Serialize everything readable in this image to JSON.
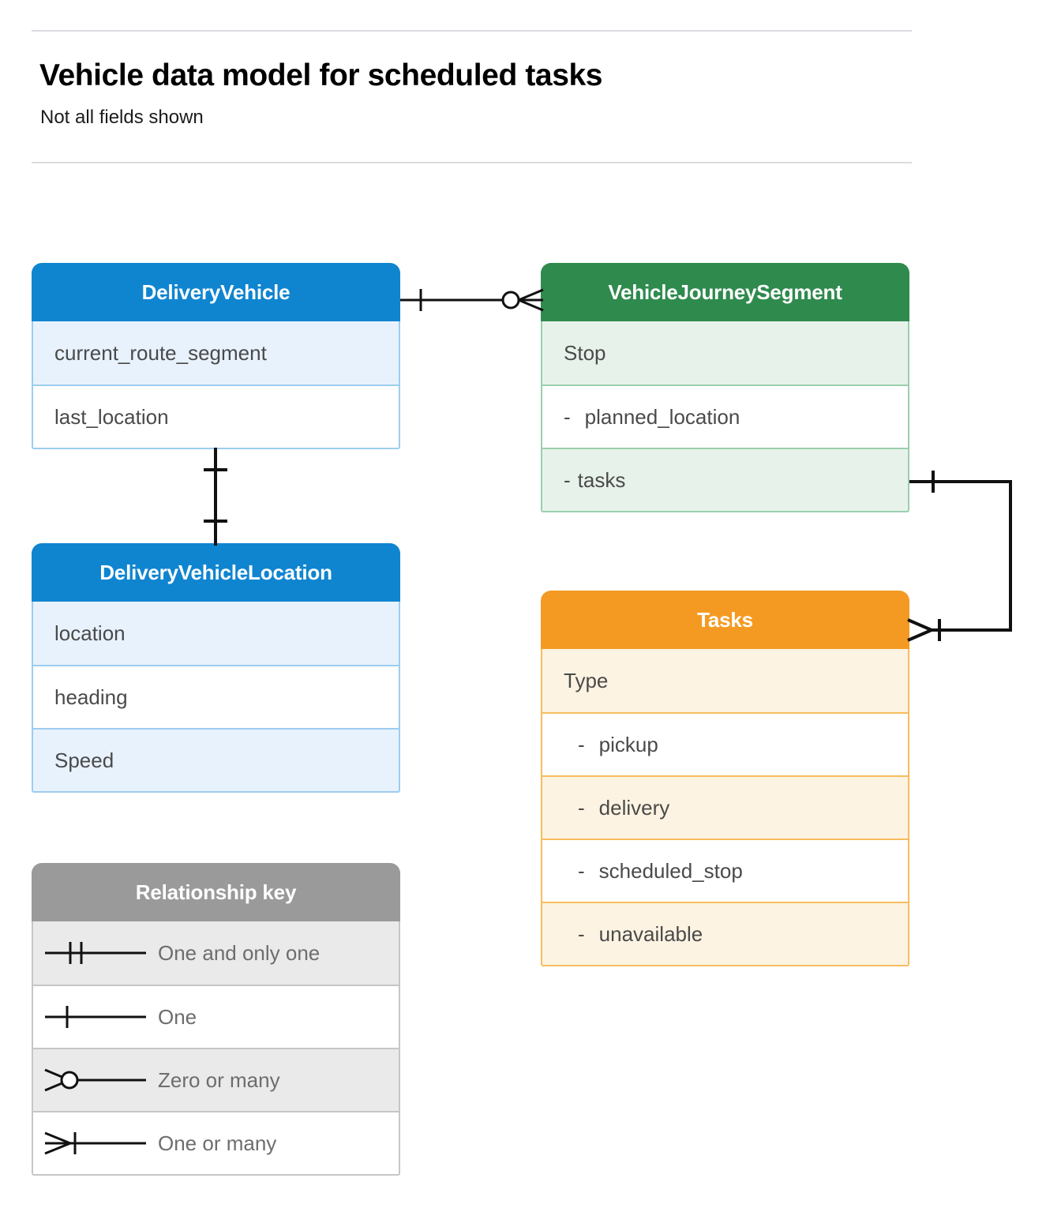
{
  "header": {
    "title": "Vehicle data model for scheduled tasks",
    "subtitle": "Not all fields shown"
  },
  "colors": {
    "blue": "#0f85d0",
    "blue_row": "#e8f2fd",
    "blue_border": "#9ccdf0",
    "green": "#2f8a4e",
    "green_row": "#e7f3ea",
    "green_border": "#99cfad",
    "orange": "#f49a23",
    "orange_row": "#fdf3e2",
    "orange_border": "#f7bd5d",
    "gray": "#9a9a9a",
    "gray_row": "#eaeaea",
    "gray_border": "#c6c6c6",
    "text": "#4a4a4a",
    "rule": "#dadce0",
    "line": "#000000"
  },
  "entities": [
    {
      "id": "delivery-vehicle",
      "title": "DeliveryVehicle",
      "color": "blue",
      "rows": [
        {
          "dash": "",
          "label": "current_route_segment"
        },
        {
          "dash": "",
          "label": "last_location"
        }
      ]
    },
    {
      "id": "delivery-vehicle-location",
      "title": "DeliveryVehicleLocation",
      "color": "blue",
      "rows": [
        {
          "dash": "",
          "label": "location"
        },
        {
          "dash": "",
          "label": "heading"
        },
        {
          "dash": "",
          "label": "Speed"
        }
      ]
    },
    {
      "id": "vehicle-journey-segment",
      "title": "VehicleJourneySegment",
      "color": "green",
      "rows": [
        {
          "dash": "",
          "label": "Stop"
        },
        {
          "dash": "-",
          "label": "planned_location"
        },
        {
          "dash": "-",
          "label": "tasks"
        }
      ]
    },
    {
      "id": "tasks-entity",
      "title": "Tasks",
      "color": "orange",
      "rows": [
        {
          "dash": "",
          "label": "Type"
        },
        {
          "dash": "-",
          "label": "pickup"
        },
        {
          "dash": "-",
          "label": "delivery"
        },
        {
          "dash": "-",
          "label": "scheduled_stop"
        },
        {
          "dash": "-",
          "label": "unavailable"
        }
      ]
    }
  ],
  "legend": {
    "title": "Relationship key",
    "items": [
      {
        "symbol": "one-and-only-one-icon",
        "label": "One and only one"
      },
      {
        "symbol": "one-icon",
        "label": "One"
      },
      {
        "symbol": "zero-or-many-icon",
        "label": "Zero or many"
      },
      {
        "symbol": "one-or-many-icon",
        "label": "One or many"
      }
    ]
  },
  "relationships": [
    {
      "name": "deliveryvehicle-to-vehiclejourneysegment",
      "from": "DeliveryVehicle",
      "from_cardinality": "One",
      "to": "VehicleJourneySegment",
      "to_cardinality": "Zero or many"
    },
    {
      "name": "deliveryvehicle-to-deliveryvehiclelocation",
      "from": "DeliveryVehicle",
      "from_cardinality": "One",
      "to": "DeliveryVehicleLocation",
      "to_cardinality": "One"
    },
    {
      "name": "vehiclejourneysegment-tasks-to-tasks",
      "from": "VehicleJourneySegment.tasks",
      "from_cardinality": "One",
      "to": "Tasks",
      "to_cardinality": "One or many"
    }
  ]
}
